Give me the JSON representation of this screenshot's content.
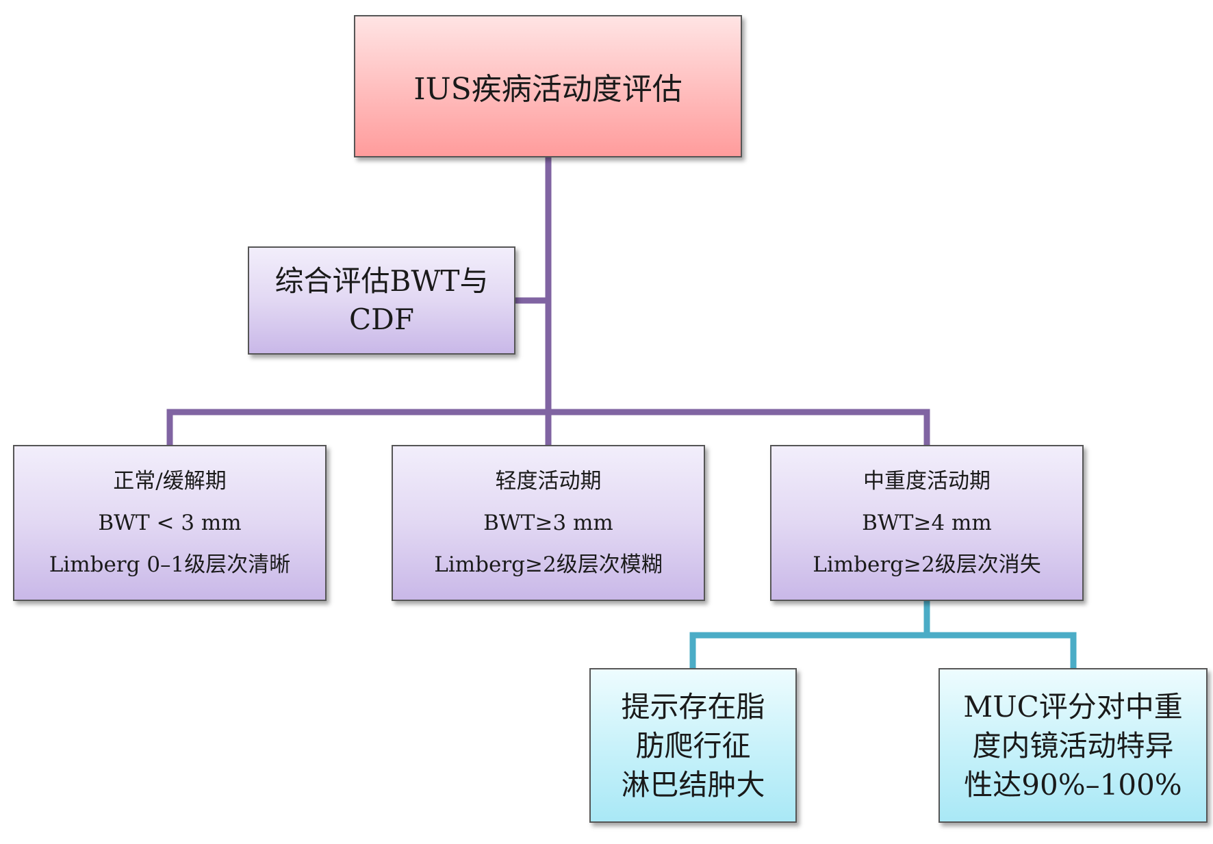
{
  "colors": {
    "purple_connector": "#8064a2",
    "teal_connector": "#4bacc6",
    "root_fill": "#ffbcbc",
    "purple_fill": "#e2d8f3",
    "teal_fill": "#c9f2fa"
  },
  "root": {
    "title": "IUS疾病活动度评估"
  },
  "assessment": {
    "lines": [
      "综合评估BWT与",
      "CDF"
    ]
  },
  "stages": [
    {
      "name": "正常/缓解期",
      "bwt": "BWT < 3 mm",
      "limberg": "Limberg 0–1级层次清晰"
    },
    {
      "name": "轻度活动期",
      "bwt": "BWT≥3 mm",
      "limberg": "Limberg≥2级层次模糊"
    },
    {
      "name": "中重度活动期",
      "bwt": "BWT≥4 mm",
      "limberg": "Limberg≥2级层次消失"
    }
  ],
  "findings": [
    {
      "lines": [
        "提示存在脂",
        "肪爬行征",
        "淋巴结肿大"
      ]
    },
    {
      "lines": [
        "MUC评分对中重",
        "度内镜活动特异",
        "性达90%–100%"
      ]
    }
  ]
}
